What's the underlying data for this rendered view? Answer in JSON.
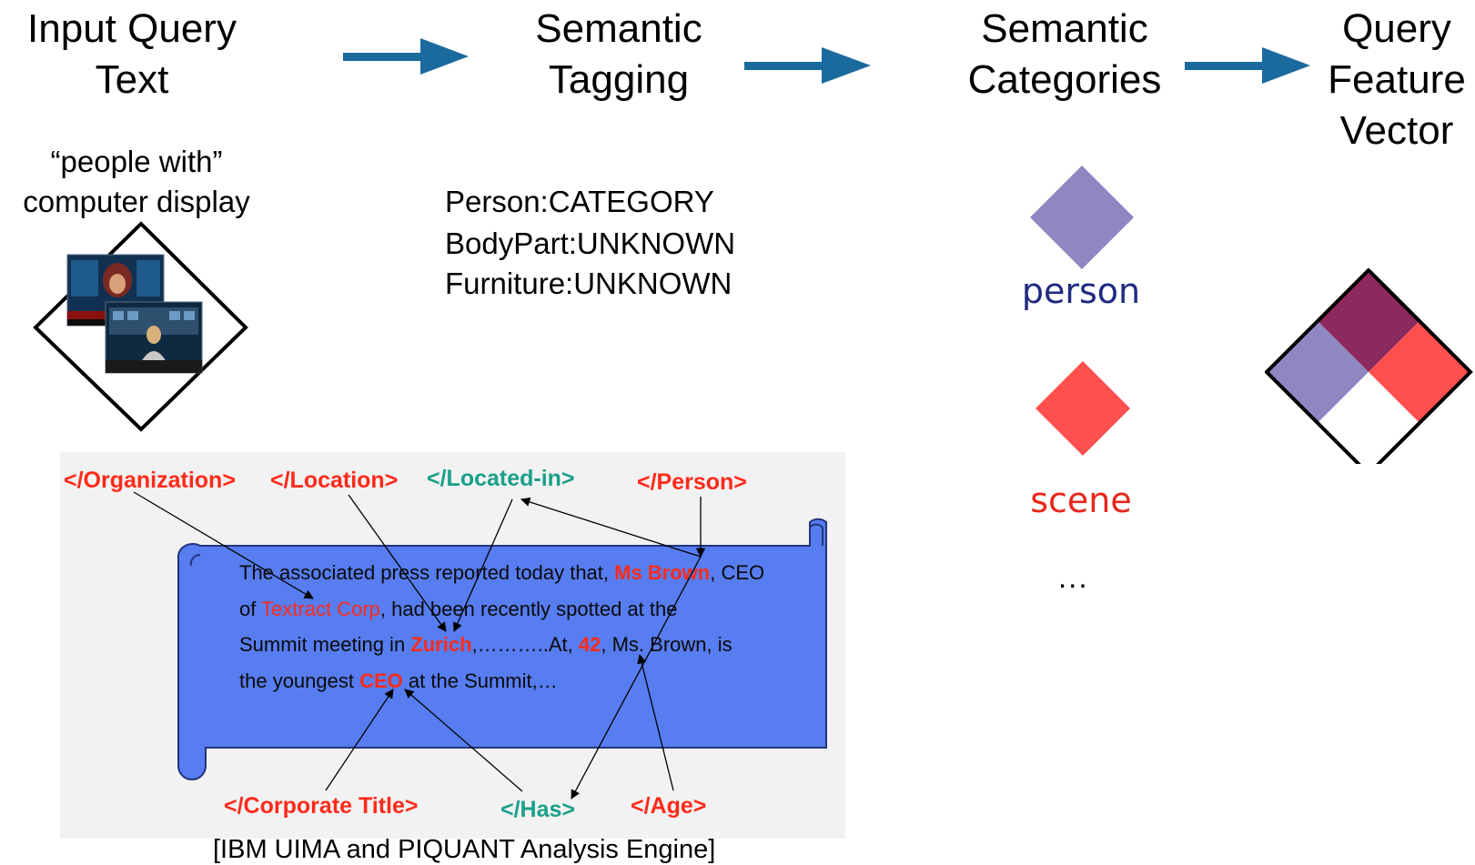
{
  "stages": [
    {
      "id": "input",
      "title": "Input Query\nText"
    },
    {
      "id": "tagging",
      "title": "Semantic\nTagging"
    },
    {
      "id": "categories",
      "title": "Semantic\nCategories"
    },
    {
      "id": "vector",
      "title": "Query\nFeature\nVector"
    }
  ],
  "query": {
    "text": "“people with”\ncomputer display"
  },
  "tagging": {
    "lines": [
      "Person:CATEGORY",
      "BodyPart:UNKNOWN",
      "Furniture:UNKNOWN"
    ]
  },
  "categories": {
    "items": [
      {
        "label": "person",
        "color": "#8e87c2"
      },
      {
        "label": "scene",
        "color": "#ff4f4f"
      }
    ],
    "ellipsis": "..."
  },
  "colors": {
    "arrow": "#1b6a9e",
    "person": "#8e87c2",
    "scene": "#ff4f4f",
    "dark": "#8c2a5e",
    "scroll": "#577df0"
  },
  "uima": {
    "tags": {
      "organization": "</Organization>",
      "location": "</Location>",
      "located_in": "</Located-in>",
      "person": "</Person>",
      "corporate_title": "</Corporate Title>",
      "has": "</Has>",
      "age": "</Age>"
    },
    "text": {
      "l1a": "The associated press reported today that, ",
      "l1b": "Ms Brown",
      "l1c": ", CEO",
      "l2a": "of ",
      "l2b": "Textract Corp",
      "l2c": ", had been recently spotted at the",
      "l3a": "Summit meeting in ",
      "l3b": "Zurich",
      "l3c": ",………..At, ",
      "l3d": "42",
      "l3e": ", Ms. Brown, is",
      "l4a": "the youngest ",
      "l4b": "CEO",
      "l4c": " at the Summit,…"
    },
    "caption": "[IBM UIMA and PIQUANT Analysis Engine]"
  }
}
